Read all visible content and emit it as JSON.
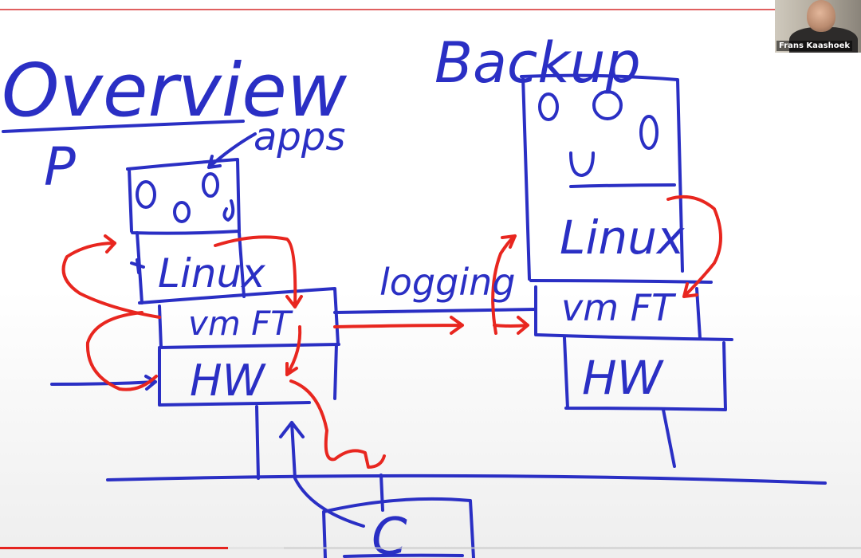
{
  "whiteboard": {
    "title": "Overview",
    "primary_label": "P",
    "apps_label": "apps",
    "backup_label": "Backup",
    "logging_label": "logging",
    "client_label": "C",
    "primary_stack": {
      "os_label": "Linux",
      "vmm_label": "vm FT",
      "hw_label": "HW"
    },
    "backup_stack": {
      "os_label": "Linux",
      "vmm_label": "vm FT",
      "hw_label": "HW"
    },
    "colors": {
      "ink_blue": "#2a2fc4",
      "ink_red": "#e8261f"
    }
  },
  "video": {
    "presenter_name": "Frans Kaashoek",
    "progress_fraction": 0.265,
    "buffer_fraction": 0.33,
    "played_color": "#e52420"
  }
}
